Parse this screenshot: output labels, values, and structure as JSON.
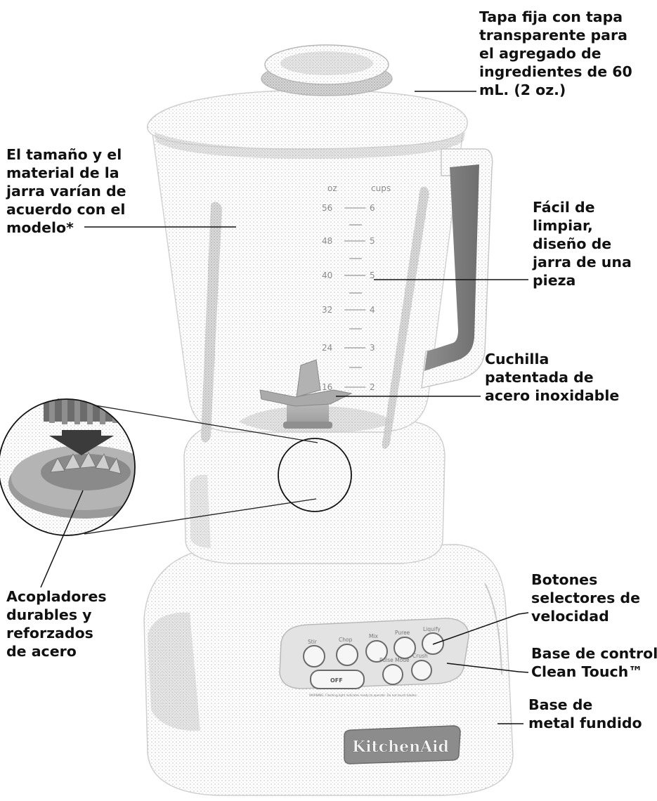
{
  "labels": {
    "lid": "Tapa fija con tapa\ntransparente para\nel agregado de\ningredientes de 60\nmL. (2 oz.)",
    "jar_size": "El tamaño y el\nmaterial de la\njarra varían de\nacuerdo con el\nmodelo*",
    "easy_clean": "Fácil de\nlimpiar,\ndiseño de\njarra de una\npieza",
    "blade": "Cuchilla\npatentada de\nacero inoxidable",
    "couplers": "Acopladores\ndurables y\nreforzados\nde acero",
    "speed_buttons": "Botones\nselectores de\nvelocidad",
    "control_base": "Base de control\nClean Touch™",
    "metal_base": "Base de\nmetal fundido"
  },
  "jar_markings": {
    "units": [
      "oz",
      "cups"
    ],
    "oz": [
      "56",
      "48",
      "40",
      "32",
      "24",
      "16"
    ],
    "cups": [
      "6",
      "5",
      "5",
      "4",
      "3",
      "2"
    ]
  },
  "control_panel": {
    "top_buttons": [
      "Stir",
      "Chop",
      "Mix",
      "Puree",
      "Liquify"
    ],
    "lower_buttons": [
      "Pulse Mode",
      "Crush"
    ],
    "off": "OFF",
    "warning": "WARNING: Flashing light indicates ready to operate. Do not touch blades."
  },
  "brand": "KitchenAid"
}
